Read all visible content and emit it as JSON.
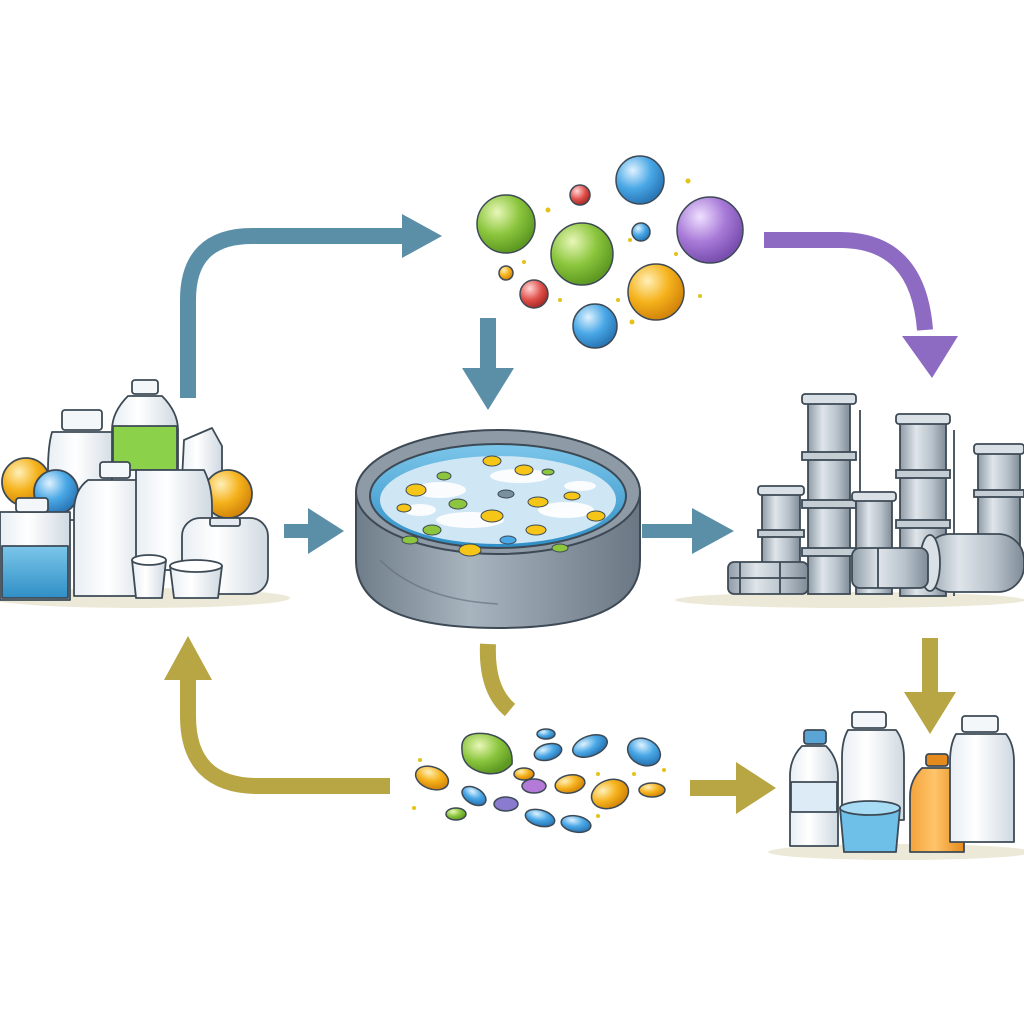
{
  "diagram": {
    "kind": "plastic-recycling-cycle",
    "nodes": [
      {
        "id": "plastic-waste-pile",
        "icon": "plastic-bottles-pile-icon"
      },
      {
        "id": "catalyst-molecules",
        "icon": "molecule-spheres-icon"
      },
      {
        "id": "processing-tank",
        "icon": "recycling-tank-icon"
      },
      {
        "id": "chemical-plant",
        "icon": "refinery-icon"
      },
      {
        "id": "recovered-pellets",
        "icon": "plastic-pellets-icon"
      },
      {
        "id": "new-plastic-products",
        "icon": "new-bottles-icon"
      }
    ],
    "edges": [
      {
        "from": "plastic-waste-pile",
        "to": "catalyst-molecules",
        "color": "#5b8fa8"
      },
      {
        "from": "catalyst-molecules",
        "to": "processing-tank",
        "color": "#5b8fa8"
      },
      {
        "from": "catalyst-molecules",
        "to": "chemical-plant",
        "color": "#8e6bc2"
      },
      {
        "from": "plastic-waste-pile",
        "to": "processing-tank",
        "color": "#5b8fa8"
      },
      {
        "from": "processing-tank",
        "to": "chemical-plant",
        "color": "#5b8fa8"
      },
      {
        "from": "chemical-plant",
        "to": "new-plastic-products",
        "color": "#b8a544"
      },
      {
        "from": "processing-tank",
        "to": "recovered-pellets",
        "color": "#b8a544"
      },
      {
        "from": "recovered-pellets",
        "to": "plastic-waste-pile",
        "color": "#b8a544"
      },
      {
        "from": "recovered-pellets",
        "to": "new-plastic-products",
        "color": "#b8a544"
      }
    ],
    "colors": {
      "blue_arrow": "#5b8fa8",
      "purple_arrow": "#8e6bc2",
      "olive_arrow": "#b8a544",
      "outline": "#3d4a55",
      "metal": "#b9c3cc",
      "water": "#cfe6f5"
    }
  }
}
